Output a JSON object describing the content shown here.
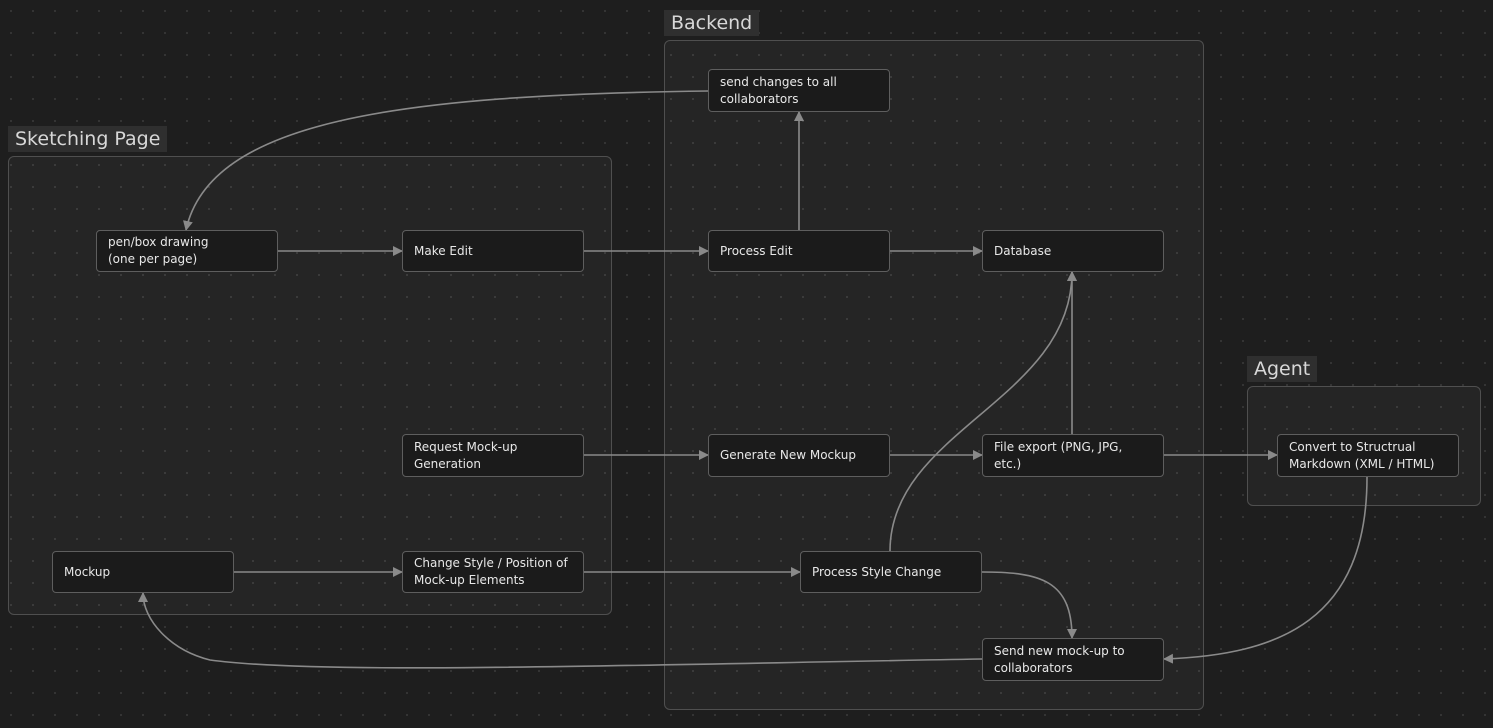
{
  "groups": {
    "sketching": "Sketching Page",
    "backend": "Backend",
    "agent": "Agent"
  },
  "nodes": {
    "pen": "pen/box drawing\n(one per page)",
    "make_edit": "Make Edit",
    "request_mockup": "Request Mock-up\nGeneration",
    "mockup": "Mockup",
    "change_style": "Change Style / Position of\nMock-up Elements",
    "send_changes": "send changes to all\ncollaborators",
    "process_edit": "Process Edit",
    "database": "Database",
    "generate_mockup": "Generate New Mockup",
    "file_export": "File export (PNG, JPG, etc.)",
    "process_style": "Process Style Change",
    "send_mockup": "Send new mock-up to\ncollaborators",
    "convert": "Convert to Structrual\nMarkdown (XML / HTML)"
  },
  "edges": [
    {
      "from": "pen",
      "to": "make_edit"
    },
    {
      "from": "make_edit",
      "to": "process_edit"
    },
    {
      "from": "process_edit",
      "to": "database"
    },
    {
      "from": "process_edit",
      "to": "send_changes"
    },
    {
      "from": "send_changes",
      "to": "pen"
    },
    {
      "from": "request_mockup",
      "to": "generate_mockup"
    },
    {
      "from": "generate_mockup",
      "to": "file_export"
    },
    {
      "from": "file_export",
      "to": "database"
    },
    {
      "from": "file_export",
      "to": "convert"
    },
    {
      "from": "mockup",
      "to": "change_style"
    },
    {
      "from": "change_style",
      "to": "process_style"
    },
    {
      "from": "process_style",
      "to": "database"
    },
    {
      "from": "process_style",
      "to": "send_mockup"
    },
    {
      "from": "convert",
      "to": "send_mockup"
    },
    {
      "from": "send_mockup",
      "to": "mockup"
    }
  ],
  "colors": {
    "background": "#1e1e1e",
    "node_fill": "#1b1b1b",
    "node_border": "#5e5e5e",
    "edge": "#8a8a8a",
    "group_border": "#4f4f4f"
  }
}
